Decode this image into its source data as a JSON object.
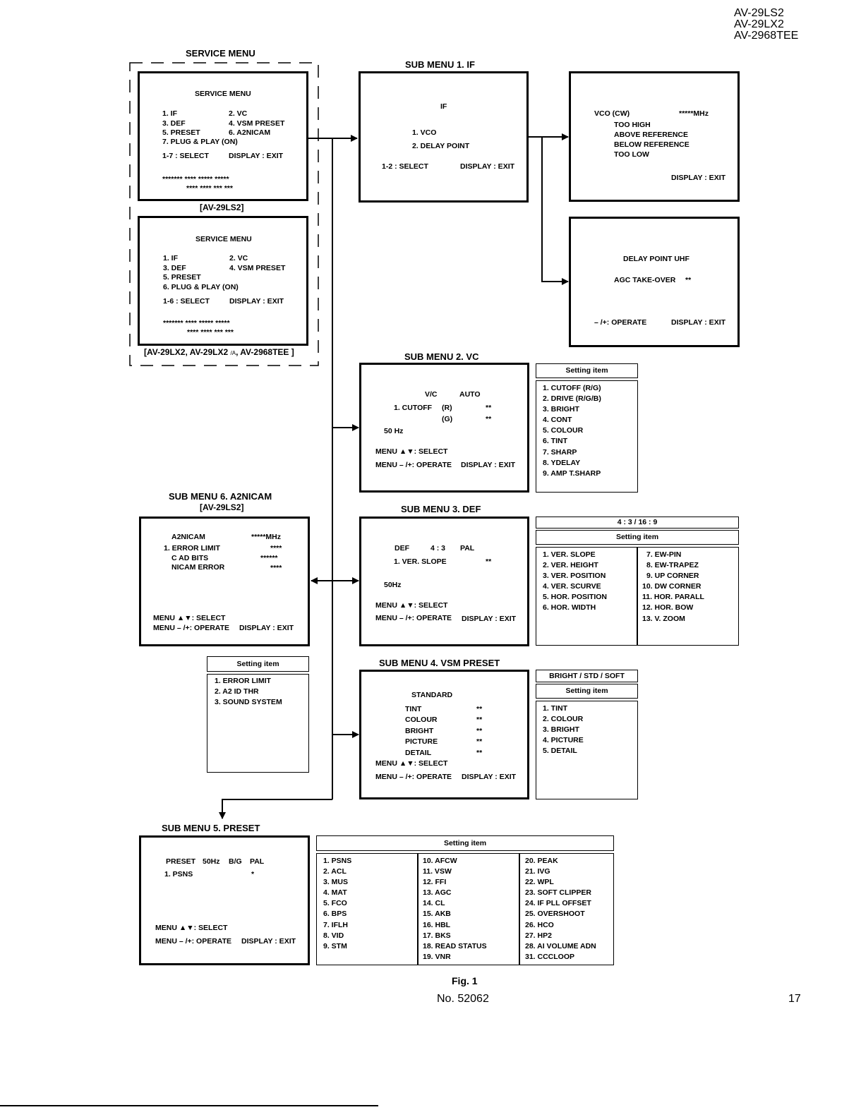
{
  "models": [
    "AV-29LS2",
    "AV-29LX2",
    "AV-2968TEE"
  ],
  "service_menu": {
    "heading": "SERVICE MENU",
    "ls2": {
      "title": "SERVICE MENU",
      "items": [
        "1. IF",
        "2. VC",
        "3. DEF",
        "4. VSM PRESET",
        "5. PRESET",
        "6. A2NICAM",
        "7. PLUG & PLAY (ON)"
      ],
      "select": "1-7 : SELECT",
      "exit": "DISPLAY : EXIT",
      "stars1": "******* **** ***** *****",
      "stars2": "**** **** *** ***",
      "caption": "[AV-29LS2]"
    },
    "lx2": {
      "title": "SERVICE MENU",
      "items": [
        "1. IF",
        "2. VC",
        "3. DEF",
        "4. VSM PRESET",
        "5. PRESET",
        "6. PLUG & PLAY (ON)"
      ],
      "select": "1-6 : SELECT",
      "exit": "DISPLAY : EXIT",
      "stars1": "******* **** ***** *****",
      "stars2": "**** **** *** ***",
      "caption_a": "[AV-29LX2, AV-29LX2 ",
      "caption_sub": "/A",
      "caption_b": ", AV-2968TEE ]"
    }
  },
  "sub1": {
    "heading": "SUB MENU 1. IF",
    "title": "IF",
    "items": [
      "1. VCO",
      "2. DELAY POINT"
    ],
    "select": "1-2 : SELECT",
    "exit": "DISPLAY : EXIT"
  },
  "vco": {
    "label": "VCO (CW)",
    "value": "*****MHz",
    "lines": [
      "TOO HIGH",
      "ABOVE REFERENCE",
      "BELOW REFERENCE",
      "TOO LOW"
    ],
    "exit": "DISPLAY : EXIT"
  },
  "delay": {
    "title": "DELAY POINT UHF",
    "agc": "AGC TAKE-OVER",
    "agc_val": "**",
    "operate": "– /+: OPERATE",
    "exit": "DISPLAY : EXIT"
  },
  "sub2": {
    "heading": "SUB MENU 2. VC",
    "vc": "V/C",
    "auto": "AUTO",
    "cutoff": "1. CUTOFF",
    "r": "(R)",
    "g": "(G)",
    "val_r": "**",
    "val_g": "**",
    "hz": "50 Hz",
    "select": "MENU ▲▼: SELECT",
    "operate": "MENU – /+: OPERATE",
    "exit": "DISPLAY : EXIT",
    "setting_header": "Setting item",
    "setting": [
      "1. CUTOFF (R/G)",
      "2. DRIVE (R/G/B)",
      "3. BRIGHT",
      "4. CONT",
      "5. COLOUR",
      "6. TINT",
      "7. SHARP",
      "8. YDELAY",
      "9. AMP T.SHARP"
    ]
  },
  "sub3": {
    "heading": "SUB MENU 3. DEF",
    "def": "DEF",
    "ratio": "4 : 3",
    "pal": "PAL",
    "item": "1. VER. SLOPE",
    "val": "**",
    "hz": "50Hz",
    "select": "MENU ▲▼: SELECT",
    "operate": "MENU – /+: OPERATE",
    "exit": "DISPLAY : EXIT",
    "aspect_header": "4 : 3 / 16 : 9",
    "setting_header": "Setting item",
    "setting_col1": [
      "1. VER. SLOPE",
      "2. VER. HEIGHT",
      "3. VER. POSITION",
      "4. VER. SCURVE",
      "5. HOR. POSITION",
      "6. HOR. WIDTH"
    ],
    "setting_col2": [
      "7. EW-PIN",
      "8. EW-TRAPEZ",
      "9. UP CORNER",
      "10. DW CORNER",
      "11. HOR. PARALL",
      "12. HOR. BOW",
      "13. V. ZOOM"
    ]
  },
  "sub4": {
    "heading": "SUB MENU 4. VSM PRESET",
    "standard": "STANDARD",
    "rows": [
      {
        "label": "TINT",
        "val": "**"
      },
      {
        "label": "COLOUR",
        "val": "**"
      },
      {
        "label": "BRIGHT",
        "val": "**"
      },
      {
        "label": "PICTURE",
        "val": "**"
      },
      {
        "label": "DETAIL",
        "val": "**"
      }
    ],
    "select": "MENU ▲▼: SELECT",
    "operate": "MENU – /+: OPERATE",
    "exit": "DISPLAY : EXIT",
    "mode_header": "BRIGHT / STD / SOFT",
    "setting_header": "Setting item",
    "setting": [
      "1. TINT",
      "2. COLOUR",
      "3. BRIGHT",
      "4. PICTURE",
      "5. DETAIL"
    ]
  },
  "sub6": {
    "heading": "SUB MENU 6. A2NICAM",
    "subheading": "[AV-29LS2]",
    "a2nicam": "A2NICAM",
    "a2nicam_val": "*****MHz",
    "rows": [
      {
        "label": "1. ERROR LIMIT",
        "val": "****"
      },
      {
        "label": "C AD BITS",
        "val": "******"
      },
      {
        "label": "NICAM ERROR",
        "val": "****"
      }
    ],
    "select": "MENU ▲▼: SELECT",
    "operate": "MENU – /+: OPERATE",
    "exit": "DISPLAY : EXIT",
    "setting_header": "Setting item",
    "setting": [
      "1. ERROR LIMIT",
      "2. A2 ID THR",
      "3. SOUND SYSTEM"
    ]
  },
  "sub5": {
    "heading": "SUB MENU 5. PRESET",
    "preset": "PRESET",
    "hz": "50Hz",
    "bg": "B/G",
    "pal": "PAL",
    "item": "1. PSNS",
    "val": "*",
    "select": "MENU ▲▼: SELECT",
    "operate": "MENU – /+: OPERATE",
    "exit": "DISPLAY : EXIT",
    "setting_header": "Setting item",
    "col1": [
      "1. PSNS",
      "2. ACL",
      "3. MUS",
      "4. MAT",
      "5. FCO",
      "6. BPS",
      "7. IFLH",
      "8. VID",
      "9. STM"
    ],
    "col2": [
      "10. AFCW",
      "11. VSW",
      "12. FFI",
      "13. AGC",
      "14. CL",
      "15. AKB",
      "16. HBL",
      "17. BKS",
      "18. READ STATUS",
      "19. VNR"
    ],
    "col3": [
      "20. PEAK",
      "21. IVG",
      "22. WPL",
      "23. SOFT CLIPPER",
      "24. IF PLL OFFSET",
      "25. OVERSHOOT",
      "26. HCO",
      "27. HP2",
      "28. AI VOLUME ADN",
      "31. CCCLOOP"
    ]
  },
  "fig": "Fig. 1",
  "doc_no": "No. 52062",
  "page_no": "17"
}
